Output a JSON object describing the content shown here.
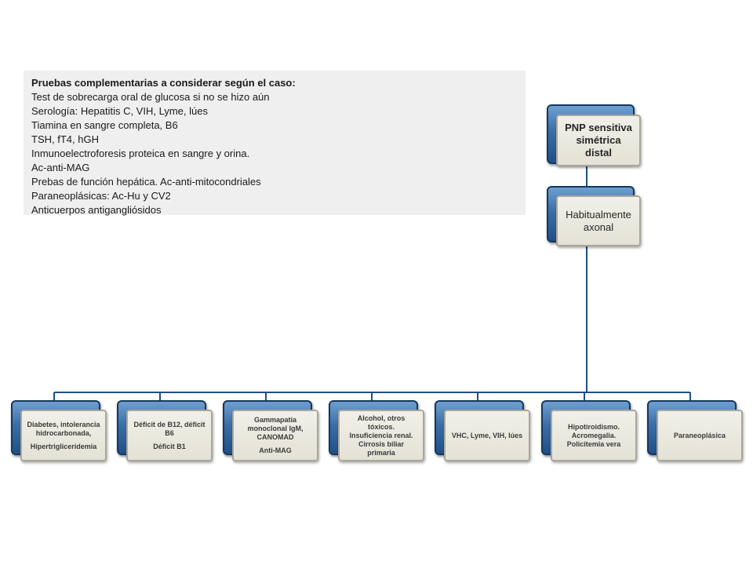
{
  "info_box": {
    "title": "Pruebas complementarias a considerar según el caso:",
    "items": [
      "Test de sobrecarga oral de glucosa si no se hizo aún",
      "Serología: Hepatitis C, VIH, Lyme, lúes",
      "Tiamina en sangre completa, B6",
      "TSH, fT4, hGH",
      "Inmunoelectroforesis proteica en sangre y orina.",
      "Ac-anti-MAG",
      "Prebas de función hepática. Ac-anti-mitocondriales",
      "Paraneoplásicas: Ac-Hu y CV2",
      "Anticuerpos antigangliósidos"
    ]
  },
  "tree": {
    "root": {
      "lines": [
        "PNP sensitiva",
        "simétrica distal"
      ]
    },
    "level2": {
      "lines": [
        "Habitualmente",
        "axonal"
      ]
    },
    "leaves": [
      {
        "lines": [
          "Diabetes, intolerancia",
          "hidrocarbonada,",
          "Hipertrigliceridemia"
        ]
      },
      {
        "lines": [
          "Déficit de B12, déficit",
          "B6",
          "Déficit B1"
        ]
      },
      {
        "lines": [
          "Gammapatía",
          "monoclonal IgM,",
          "CANOMAD",
          "Anti-MAG"
        ]
      },
      {
        "lines": [
          "Alcohol, otros tóxicos.",
          "Insuficiencia renal.",
          "Cirrosis biliar primaria"
        ]
      },
      {
        "lines": [
          "VHC, Lyme, VIH, lúes"
        ]
      },
      {
        "lines": [
          "Hipotiroidismo.",
          "Acromegalia.",
          "Policitemia vera"
        ]
      },
      {
        "lines": [
          "Paraneoplásica"
        ]
      }
    ]
  },
  "colors": {
    "back_box": "#3a6ea8",
    "front_box": "#e9e7dc",
    "connector": "#1f4f87",
    "panel_background": "#efefef"
  }
}
